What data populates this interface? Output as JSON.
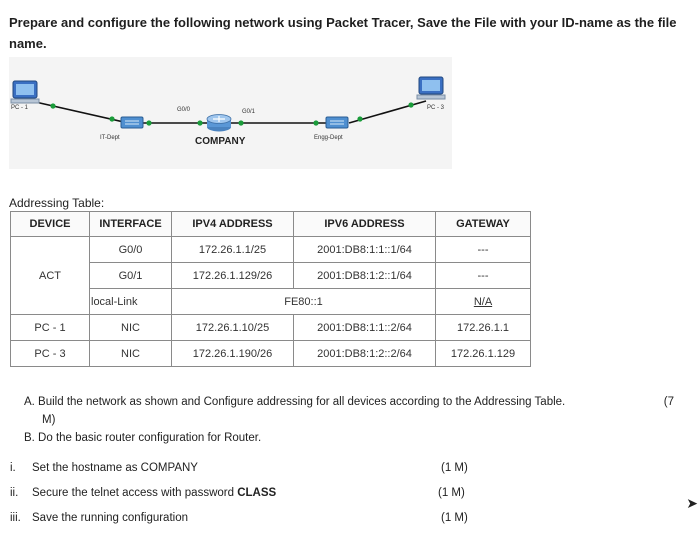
{
  "heading": "Prepare and configure the following network using Packet Tracer, Save the File with your ID-name as the file name.",
  "diagram": {
    "pc_left_label": "PC - 1",
    "pc_right_label": "PC - 3",
    "switch_left_label": "IT-Dept",
    "switch_right_label": "Engg-Dept",
    "router_label": "COMPANY",
    "port_left_label": "G0/0",
    "port_right_label": "G0/1",
    "link_color": "#1a9c3a"
  },
  "addressing": {
    "title": "Addressing Table:",
    "headers": [
      "DEVICE",
      "INTERFACE",
      "IPV4 ADDRESS",
      "IPV6 ADDRESS",
      "GATEWAY"
    ],
    "act_device": "ACT",
    "act_rows": [
      {
        "interface": "G0/0",
        "ipv4": "172.26.1.1/25",
        "ipv6": "2001:DB8:1:1::1/64",
        "gateway": "---"
      },
      {
        "interface": "G0/1",
        "ipv4": "172.26.1.129/26",
        "ipv6": "2001:DB8:1:2::1/64",
        "gateway": "---"
      }
    ],
    "link_local": {
      "interface": "local-Link",
      "address": "FE80::1",
      "gateway": "N/A"
    },
    "pc_rows": [
      {
        "device": "PC - 1",
        "interface": "NIC",
        "ipv4": "172.26.1.10/25",
        "ipv6": "2001:DB8:1:1::2/64",
        "gateway": "172.26.1.1"
      },
      {
        "device": "PC - 3",
        "interface": "NIC",
        "ipv4": "172.26.1.190/26",
        "ipv6": "2001:DB8:1:2::2/64",
        "gateway": "172.26.1.129"
      }
    ]
  },
  "tasks": {
    "a_text": "A.  Build the network as shown and Configure addressing for all devices according to the Addressing Table.",
    "a_mark": "(7",
    "a_mark_cont": "M)",
    "b_text": "B.  Do the basic router configuration for Router.",
    "subtasks": [
      {
        "num": "i.",
        "text": "Set the hostname as COMPANY",
        "bold": "",
        "mark": "(1 M)"
      },
      {
        "num": "ii.",
        "text": "Secure the telnet access with password ",
        "bold": "CLASS",
        "mark": "(1 M)"
      },
      {
        "num": "iii.",
        "text": "Save the running configuration",
        "bold": "",
        "mark": "(1 M)"
      }
    ]
  }
}
